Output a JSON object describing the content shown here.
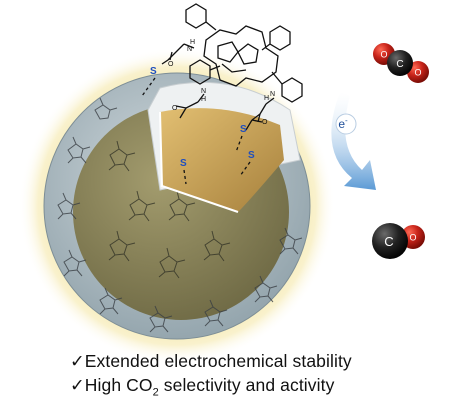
{
  "colors": {
    "glow": "#f5e7a8",
    "shell": "#a9b8bf",
    "core": "#8a8358",
    "wedge": "#c9a258",
    "oxygen": "#c8241a",
    "carbon": "#222222",
    "arrow": "#5b9ad5"
  },
  "labels": {
    "electron_base": "e",
    "electron_sup": "-",
    "co2_o_left": "O",
    "co2_c": "C",
    "co2_o_right": "O",
    "co_c": "C",
    "co_o": "O"
  },
  "captions": {
    "line1": "✓Extended electrochemical stability",
    "line2_pre": "✓High CO",
    "line2_sub": "2",
    "line2_post": " selectivity and activity"
  },
  "icons": {
    "checkmark": "check-icon"
  }
}
